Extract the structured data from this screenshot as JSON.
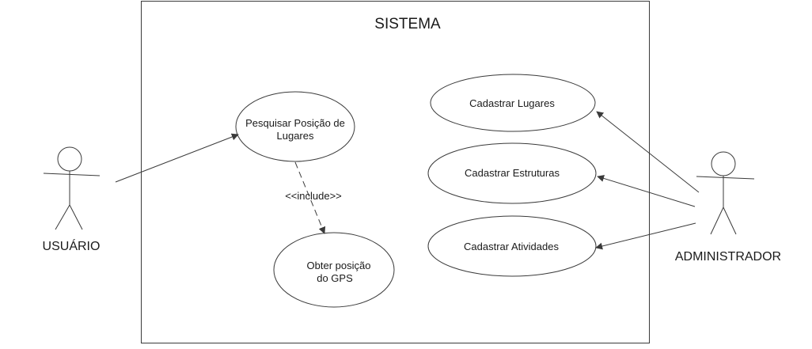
{
  "system": {
    "title": "SISTEMA"
  },
  "actors": {
    "usuario": {
      "label": "USUÁRIO"
    },
    "administrador": {
      "label": "ADMINISTRADOR"
    }
  },
  "use_cases": {
    "pesquisar": {
      "line1": "Pesquisar Posição de",
      "line2": "Lugares"
    },
    "obter": {
      "line1": "Obter posição",
      "line2": "do GPS"
    },
    "cad_lugares": {
      "line1": "Cadastrar Lugares"
    },
    "cad_estruturas": {
      "line1": "Cadastrar Estruturas"
    },
    "cad_atividades": {
      "line1": "Cadastrar Atividades"
    }
  },
  "relations": {
    "include": {
      "label": "<<include>>"
    }
  },
  "colors": {
    "stroke": "#3a3a3a",
    "text": "#1a1a1a",
    "background": "#ffffff"
  }
}
